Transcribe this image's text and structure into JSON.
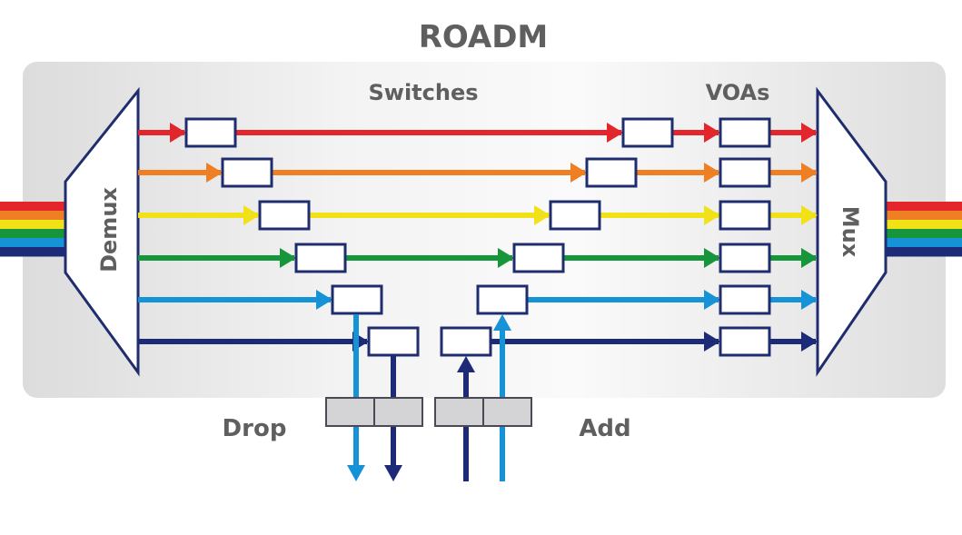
{
  "title": "ROADM",
  "labels": {
    "switches": "Switches",
    "voas": "VOAs",
    "demux": "Demux",
    "mux": "Mux",
    "drop": "Drop",
    "add": "Add"
  },
  "channels": [
    {
      "name": "red",
      "color": "#e3262b"
    },
    {
      "name": "orange",
      "color": "#ee7f22"
    },
    {
      "name": "yellow",
      "color": "#f1e218"
    },
    {
      "name": "green",
      "color": "#17953a"
    },
    {
      "name": "light-blue",
      "color": "#1692d7"
    },
    {
      "name": "dark-blue",
      "color": "#1c2a78"
    }
  ],
  "dropped_channels": [
    "light-blue",
    "dark-blue"
  ],
  "added_channels": [
    "dark-blue",
    "light-blue"
  ],
  "colors": {
    "outline": "#1f2d6e",
    "panel": "#e4e4e4",
    "label": "#5f5f5f",
    "filter_box": "#d4d4d6"
  }
}
